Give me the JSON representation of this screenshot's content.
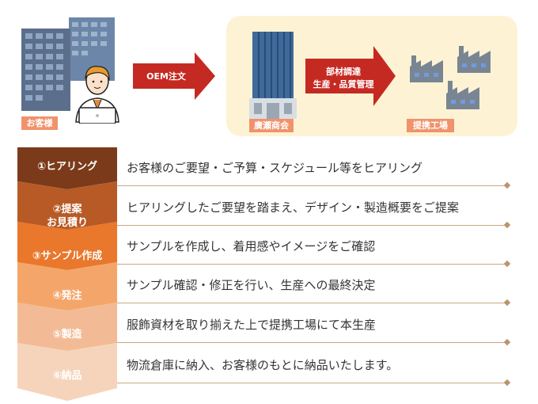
{
  "header": {
    "customer_label": "お客様",
    "oem_order_label": "OEM注文",
    "company_label": "廣瀬商会",
    "procurement_label_line1": "部材調達",
    "procurement_label_line2": "生産・品質管理",
    "factory_label": "提携工場"
  },
  "colors": {
    "red_arrow": "#c52a22",
    "tag_orange": "#f0926c",
    "panel_bg": "#fdf3d4",
    "line": "#c9a982"
  },
  "steps": [
    {
      "label_line1": "①ヒアリング",
      "label_line2": "",
      "description": "お客様のご要望・ご予算・スケジュール等をヒアリング",
      "color": "#7b3b1a"
    },
    {
      "label_line1": "②提案",
      "label_line2": "お見積り",
      "description": "ヒアリングしたご要望を踏まえ、デザイン・製造概要をご提案",
      "color": "#b85a26"
    },
    {
      "label_line1": "③サンプル作成",
      "label_line2": "",
      "description": "サンプルを作成し、着用感やイメージをご確認",
      "color": "#e9772c"
    },
    {
      "label_line1": "④発注",
      "label_line2": "",
      "description": "サンプル確認・修正を行い、生産への最終決定",
      "color": "#f4a66a"
    },
    {
      "label_line1": "⑤製造",
      "label_line2": "",
      "description": "服飾資材を取り揃えた上で提携工場にて本生産",
      "color": "#f3bb95"
    },
    {
      "label_line1": "⑥納品",
      "label_line2": "",
      "description": "物流倉庫に納入、お客様のもとに納品いたします。",
      "color": "#f6d4bb"
    }
  ]
}
